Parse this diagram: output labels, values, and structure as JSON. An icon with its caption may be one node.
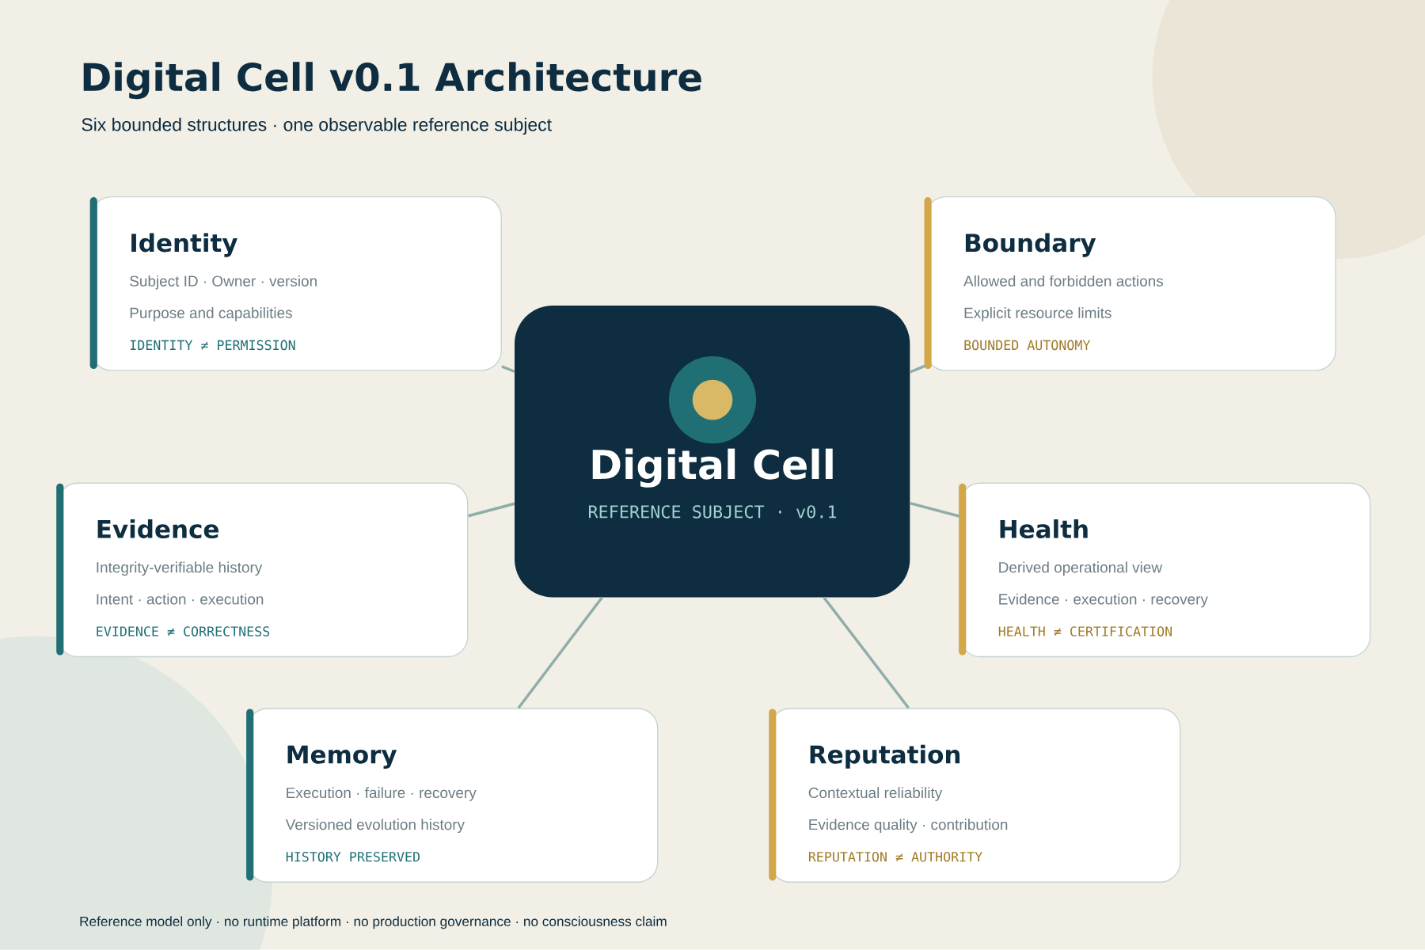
{
  "diagram": {
    "title": "Digital Cell v0.1 Architecture",
    "caption": "Reference model only · no runtime platform · no production governance · no consciousness claim",
    "labels": [
      "Six bounded structures · one observable reference subject"
    ],
    "nodes": [
      {
        "text": [
          "Identity",
          "Subject ID · Owner · version",
          "Purpose and capabilities",
          "IDENTITY ≠ PERMISSION"
        ]
      },
      {
        "text": [
          "Boundary",
          "Allowed and forbidden actions",
          "Explicit resource limits",
          "BOUNDED AUTONOMY"
        ]
      },
      {
        "text": [
          "Digital Cell",
          "REFERENCE SUBJECT · v0.1"
        ]
      },
      {
        "text": [
          "Evidence",
          "Integrity-verifiable history",
          "Intent · action · execution",
          "EVIDENCE ≠ CORRECTNESS"
        ]
      },
      {
        "text": [
          "Health",
          "Derived operational view",
          "Evidence · execution · recovery",
          "HEALTH ≠ CERTIFICATION"
        ]
      },
      {
        "text": [
          "Memory",
          "Execution · failure · recovery",
          "Versioned evolution history",
          "HISTORY PRESERVED"
        ]
      },
      {
        "text": [
          "Reputation",
          "Contextual reliability",
          "Evidence quality · contribution",
          "REPUTATION ≠ AUTHORITY"
        ]
      }
    ],
    "edges": [
      {
        "from": 2,
        "to": 0,
        "arrow": "none"
      },
      {
        "from": 2,
        "to": 1,
        "arrow": "none"
      },
      {
        "from": 2,
        "to": 3,
        "arrow": "none"
      },
      {
        "from": 2,
        "to": 4,
        "arrow": "none"
      },
      {
        "from": 2,
        "to": 5,
        "arrow": "none"
      },
      {
        "from": 2,
        "to": 6,
        "arrow": "none"
      }
    ]
  }
}
